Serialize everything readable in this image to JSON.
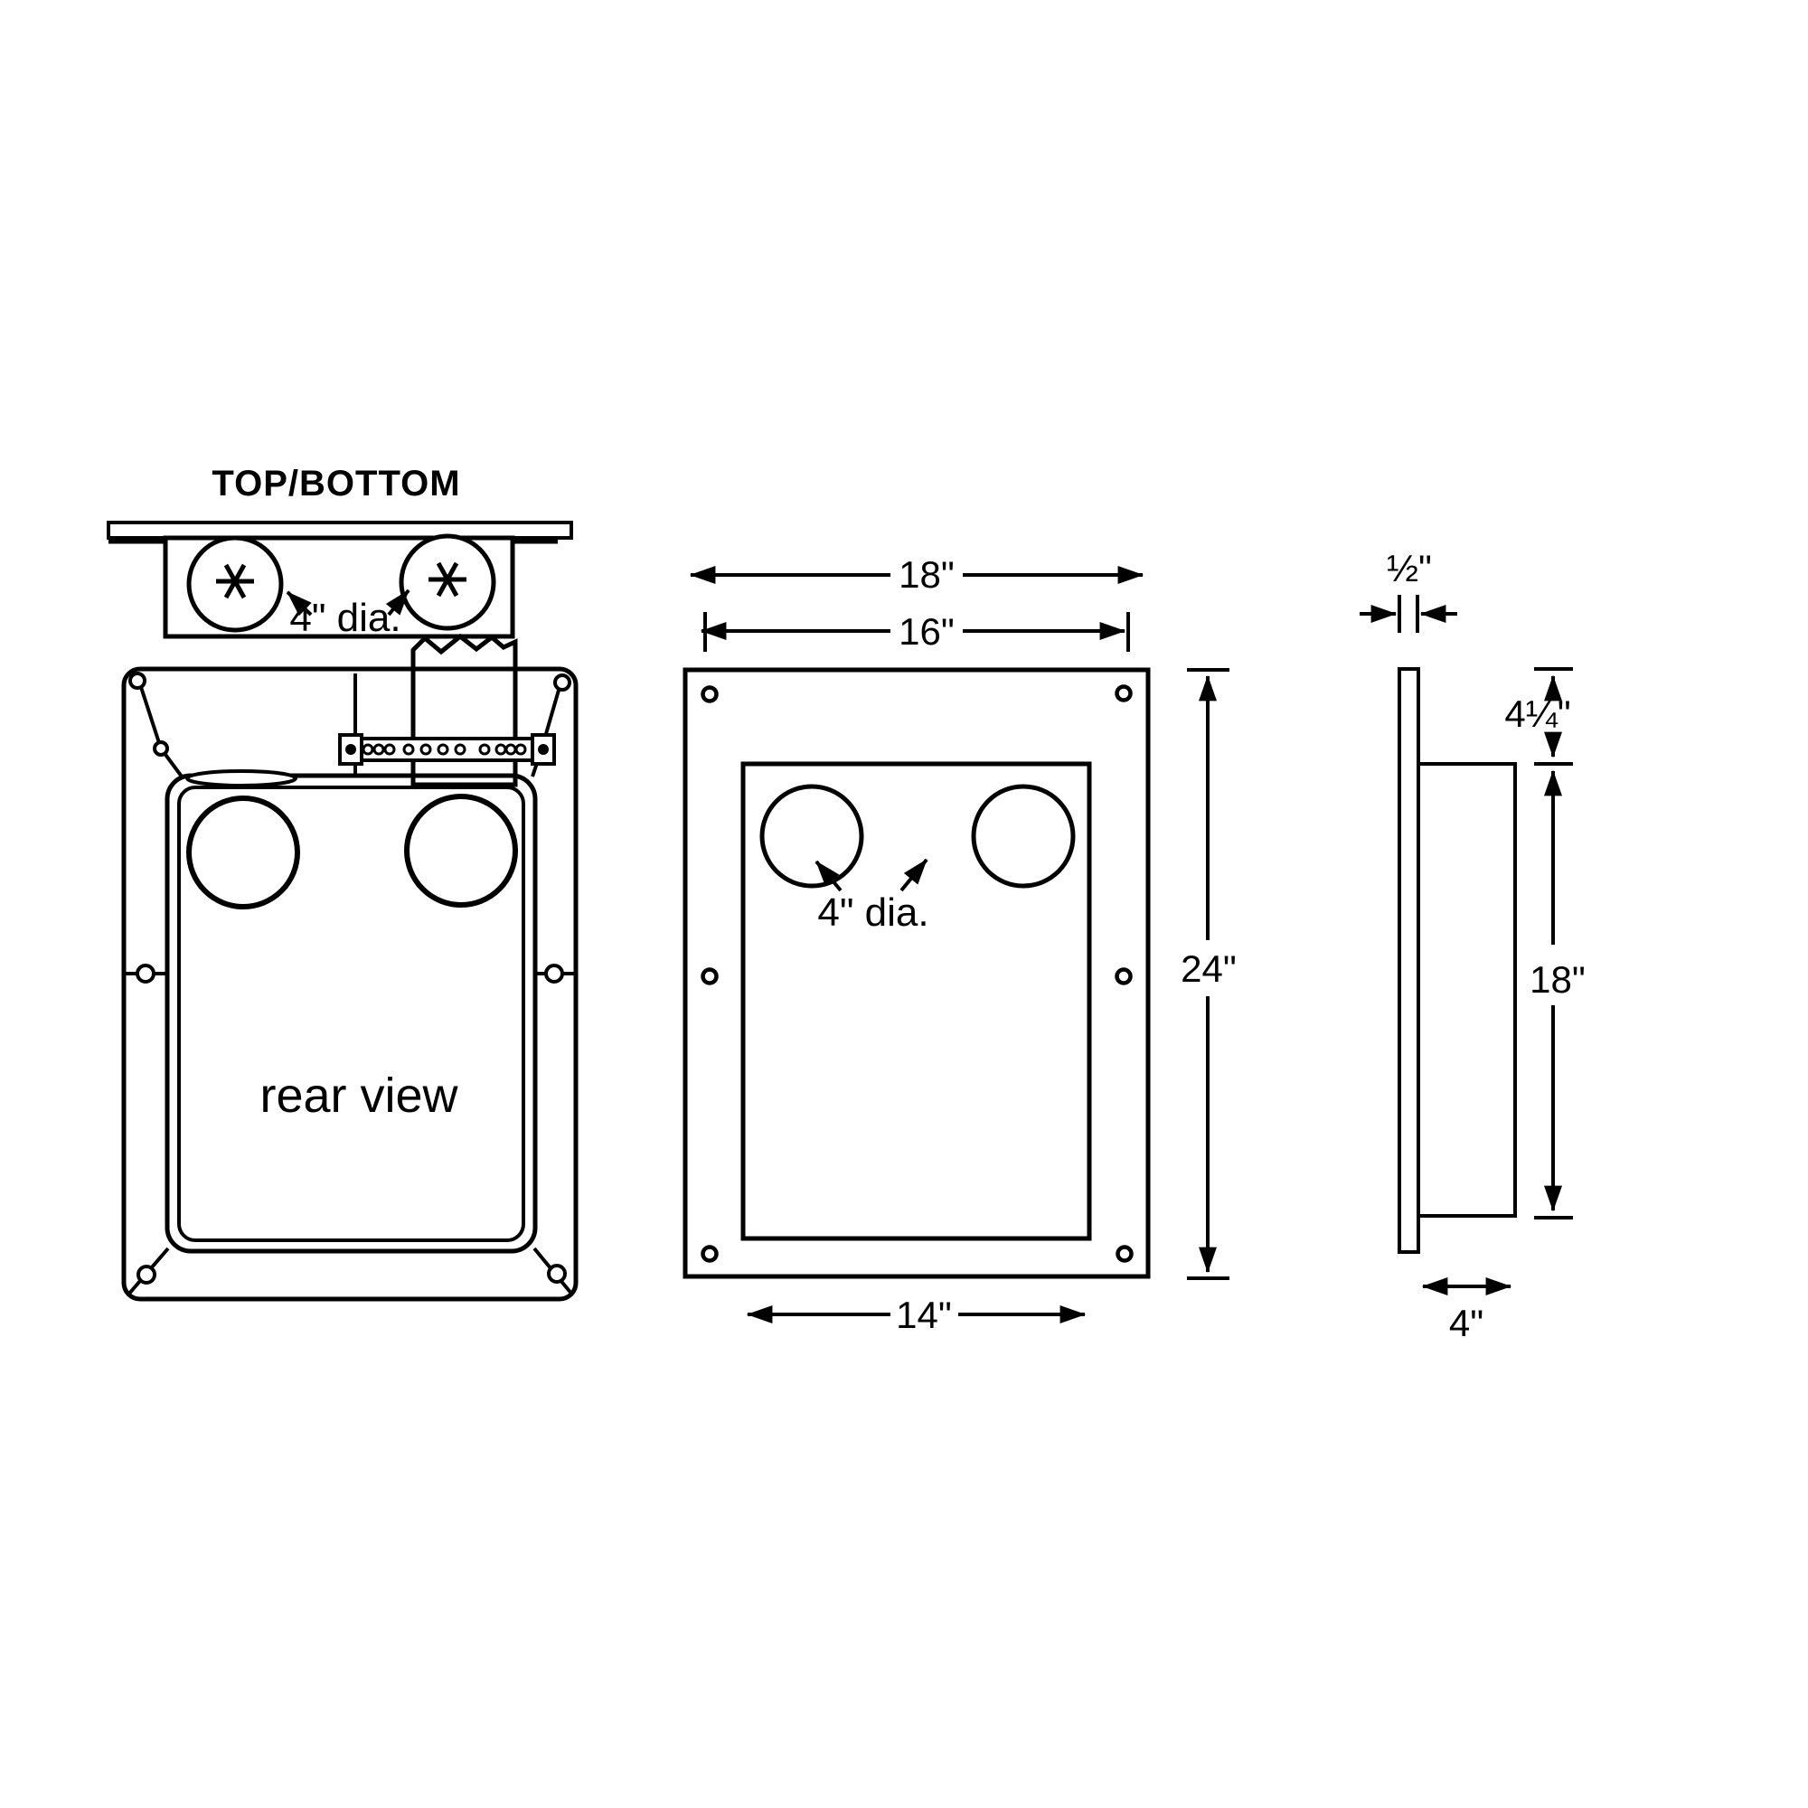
{
  "drawing": {
    "top_view": {
      "title": "TOP/BOTTOM",
      "hole_label": "4\" dia."
    },
    "rear_view": {
      "caption": "rear view"
    },
    "front_view": {
      "overall_width": "18\"",
      "inner_width": "16\"",
      "overall_height": "24\"",
      "opening_width": "14\"",
      "hole_label": "4\" dia."
    },
    "side_view": {
      "flange_thickness": "½\"",
      "top_offset": "4¼\"",
      "box_height": "18\"",
      "box_depth": "4\""
    },
    "colors": {
      "line": "#000000",
      "background": "#ffffff",
      "duct_light": "#ececec",
      "duct_mid": "#b5b5b5",
      "duct_dark": "#4a4a4a"
    }
  }
}
